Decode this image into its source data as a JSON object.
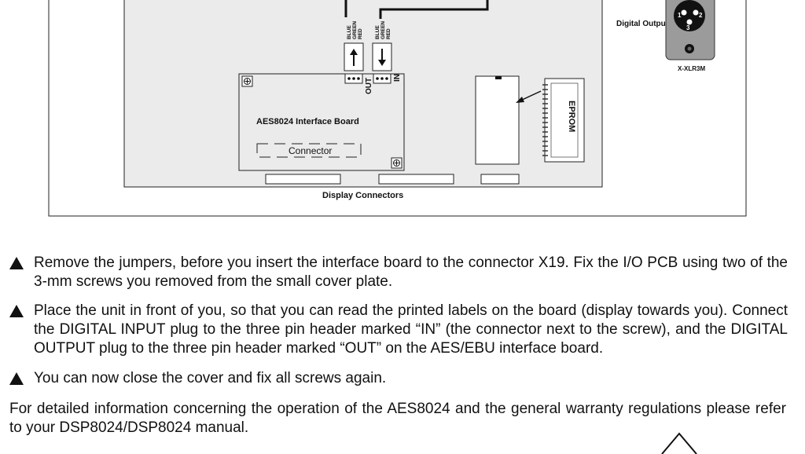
{
  "diagram": {
    "digital_output_label": "Digital Output",
    "xlr_model": "X-XLR3M",
    "xlr_pins": [
      "1",
      "2",
      "3"
    ],
    "wire_labels": [
      "BLUE",
      "GREEN",
      "RED"
    ],
    "header_out_label": "OUT",
    "header_in_label": "IN",
    "board_title": "AES8024 Interface Board",
    "connector_label": "Connector",
    "eprom_label": "EPROM",
    "display_connectors_label": "Display Connectors"
  },
  "instructions": [
    "Remove the jumpers, before you insert the interface board to the connector X19. Fix the I/O PCB using two of the 3-mm screws you removed from the small cover plate.",
    "Place the unit in front of you, so that you can read the printed labels on the board (display towards you). Connect the DIGITAL INPUT plug to the three pin header marked “IN” (the connector next to the screw), and the DIGITAL OUTPUT plug to the three pin header marked “OUT” on the AES/EBU interface board.",
    "You can now close the cover and fix all screws again."
  ],
  "footer_paragraph": "For detailed information concerning the operation of the AES8024 and the general warranty regulations please refer to your DSP8024/DSP8024 manual.",
  "icons": {
    "bullet": "triangle-bullet-icon",
    "warning": "warning-triangle-icon",
    "screw": "screw-icon",
    "arrow_up": "arrow-up-icon",
    "arrow_down": "arrow-down-icon"
  }
}
